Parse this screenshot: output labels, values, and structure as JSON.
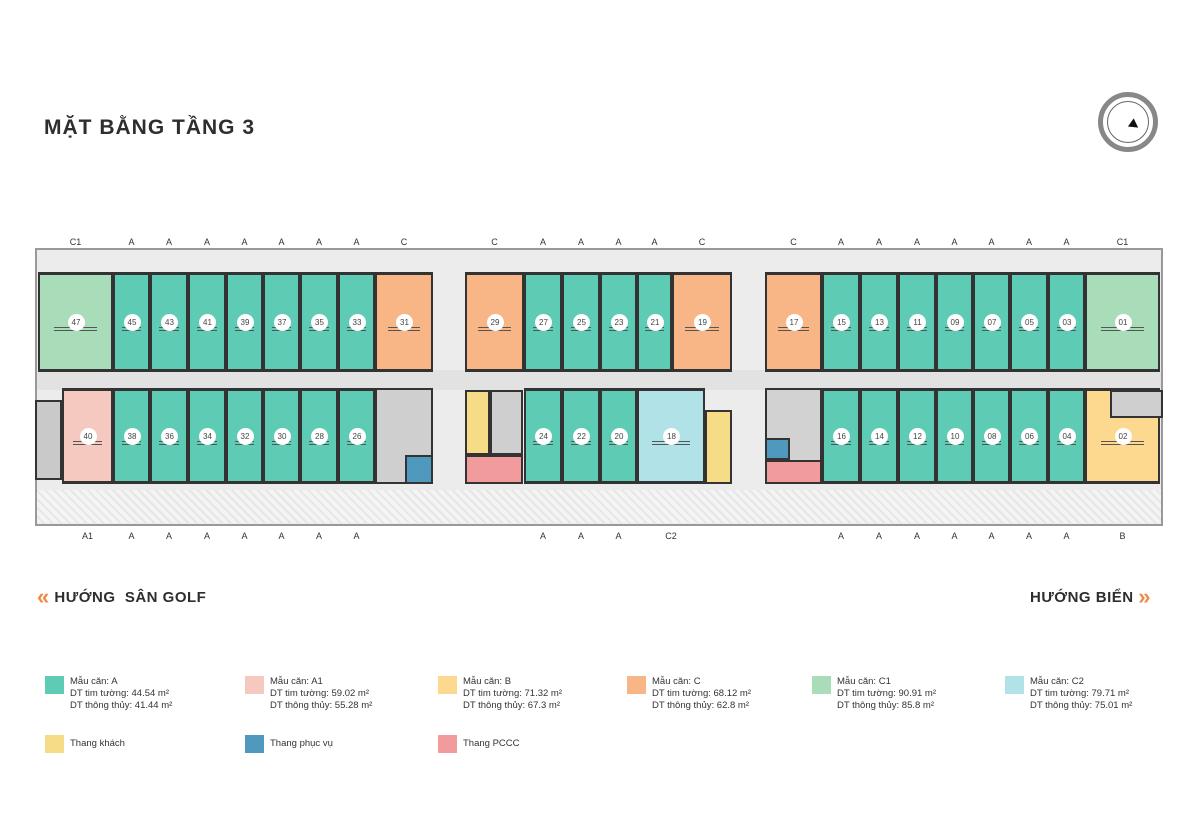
{
  "title": "MẶT BẰNG TẦNG 3",
  "directions": {
    "left": "HƯỚNG  SÂN GOLF",
    "right": "HƯỚNG BIỂN",
    "left_chevron": "«",
    "right_chevron": "»"
  },
  "colors": {
    "A": "#5ecbb5",
    "A1": "#f5c8c0",
    "B": "#fcd98f",
    "C": "#f8b585",
    "C1": "#a9dcb8",
    "C2": "#b0e2e8",
    "thang_khach": "#f6dc86",
    "thang_phuc_vu": "#4f98be",
    "thang_pccc": "#f29b9c"
  },
  "units_top": [
    {
      "num": "47",
      "type": "C1"
    },
    {
      "num": "45",
      "type": "A"
    },
    {
      "num": "43",
      "type": "A"
    },
    {
      "num": "41",
      "type": "A"
    },
    {
      "num": "39",
      "type": "A"
    },
    {
      "num": "37",
      "type": "A"
    },
    {
      "num": "35",
      "type": "A"
    },
    {
      "num": "33",
      "type": "A"
    },
    {
      "num": "31",
      "type": "C"
    },
    {
      "num": "29",
      "type": "C"
    },
    {
      "num": "27",
      "type": "A"
    },
    {
      "num": "25",
      "type": "A"
    },
    {
      "num": "23",
      "type": "A"
    },
    {
      "num": "21",
      "type": "A"
    },
    {
      "num": "19",
      "type": "C"
    },
    {
      "num": "17",
      "type": "C"
    },
    {
      "num": "15",
      "type": "A"
    },
    {
      "num": "13",
      "type": "A"
    },
    {
      "num": "11",
      "type": "A"
    },
    {
      "num": "09",
      "type": "A"
    },
    {
      "num": "07",
      "type": "A"
    },
    {
      "num": "05",
      "type": "A"
    },
    {
      "num": "03",
      "type": "A"
    },
    {
      "num": "01",
      "type": "C1"
    }
  ],
  "units_bottom": [
    {
      "num": "40",
      "type": "A1"
    },
    {
      "num": "38",
      "type": "A"
    },
    {
      "num": "36",
      "type": "A"
    },
    {
      "num": "34",
      "type": "A"
    },
    {
      "num": "32",
      "type": "A"
    },
    {
      "num": "30",
      "type": "A"
    },
    {
      "num": "28",
      "type": "A"
    },
    {
      "num": "26",
      "type": "A"
    },
    {
      "num": "24",
      "type": "A"
    },
    {
      "num": "22",
      "type": "A"
    },
    {
      "num": "20",
      "type": "A"
    },
    {
      "num": "18",
      "type": "C2"
    },
    {
      "num": "16",
      "type": "A"
    },
    {
      "num": "14",
      "type": "A"
    },
    {
      "num": "12",
      "type": "A"
    },
    {
      "num": "10",
      "type": "A"
    },
    {
      "num": "08",
      "type": "A"
    },
    {
      "num": "06",
      "type": "A"
    },
    {
      "num": "04",
      "type": "A"
    },
    {
      "num": "02",
      "type": "B"
    }
  ],
  "legend": [
    {
      "name": "Mẫu căn: A",
      "l1": "DT tim tường: 44.54 m²",
      "l2": "DT thông thủy: 41.44 m²",
      "color": "#5ecbb5"
    },
    {
      "name": "Mẫu căn: A1",
      "l1": "DT tim tường: 59.02 m²",
      "l2": "DT thông thủy: 55.28 m²",
      "color": "#f5c8c0"
    },
    {
      "name": "Mẫu căn: B",
      "l1": "DT tim tường: 71.32 m²",
      "l2": "DT thông thủy: 67.3 m²",
      "color": "#fcd98f"
    },
    {
      "name": "Mẫu căn: C",
      "l1": "DT tim tường: 68.12 m²",
      "l2": "DT thông thủy: 62.8 m²",
      "color": "#f8b585"
    },
    {
      "name": "Mẫu căn: C1",
      "l1": "DT tim tường: 90.91 m²",
      "l2": "DT thông thủy: 85.8 m²",
      "color": "#a9dcb8"
    },
    {
      "name": "Mẫu căn: C2",
      "l1": "DT tim tường: 79.71 m²",
      "l2": "DT thông thủy: 75.01 m²",
      "color": "#b0e2e8"
    }
  ],
  "legend_extra": [
    {
      "name": "Thang khách",
      "color": "#f6dc86"
    },
    {
      "name": "Thang phục vụ",
      "color": "#4f98be"
    },
    {
      "name": "Thang PCCC",
      "color": "#f29b9c"
    }
  ]
}
